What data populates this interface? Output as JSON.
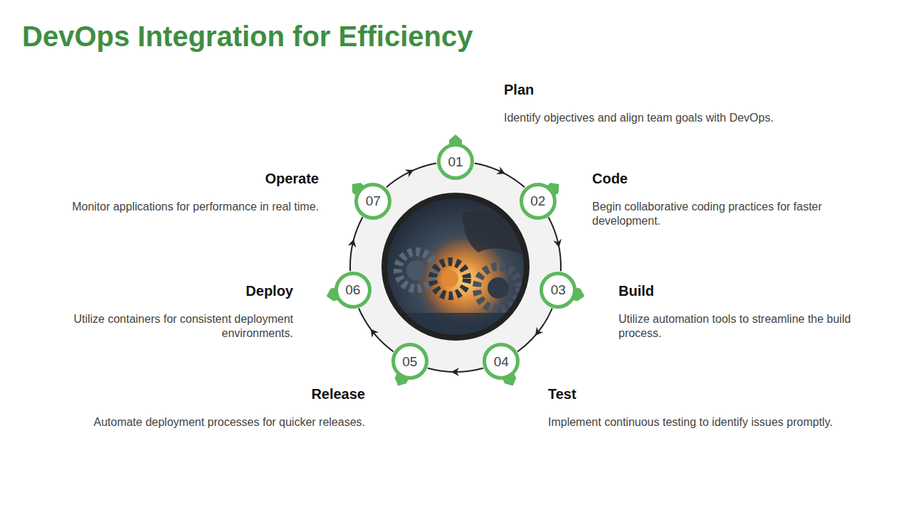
{
  "diagram": {
    "title": "DevOps Integration for Efficiency",
    "nodes": [
      {
        "text": [
          "01",
          "Plan",
          "Identify objectives and align team goals with DevOps."
        ]
      },
      {
        "text": [
          "02",
          "Code",
          "Begin collaborative coding practices for faster development."
        ]
      },
      {
        "text": [
          "03",
          "Build",
          "Utilize automation tools to streamline the build process."
        ]
      },
      {
        "text": [
          "04",
          "Test",
          "Implement continuous testing to identify issues promptly."
        ]
      },
      {
        "text": [
          "05",
          "Release",
          "Automate deployment processes for quicker releases."
        ]
      },
      {
        "text": [
          "06",
          "Deploy",
          "Utilize containers for consistent deployment environments."
        ]
      },
      {
        "text": [
          "07",
          "Operate",
          "Monitor applications for performance in real time."
        ]
      }
    ],
    "edges": [
      {
        "from": 0,
        "to": 1,
        "arrow": "to"
      },
      {
        "from": 1,
        "to": 2,
        "arrow": "to"
      },
      {
        "from": 2,
        "to": 3,
        "arrow": "to"
      },
      {
        "from": 3,
        "to": 4,
        "arrow": "to"
      },
      {
        "from": 4,
        "to": 5,
        "arrow": "to"
      },
      {
        "from": 5,
        "to": 6,
        "arrow": "to"
      },
      {
        "from": 6,
        "to": 0,
        "arrow": "to"
      }
    ]
  }
}
